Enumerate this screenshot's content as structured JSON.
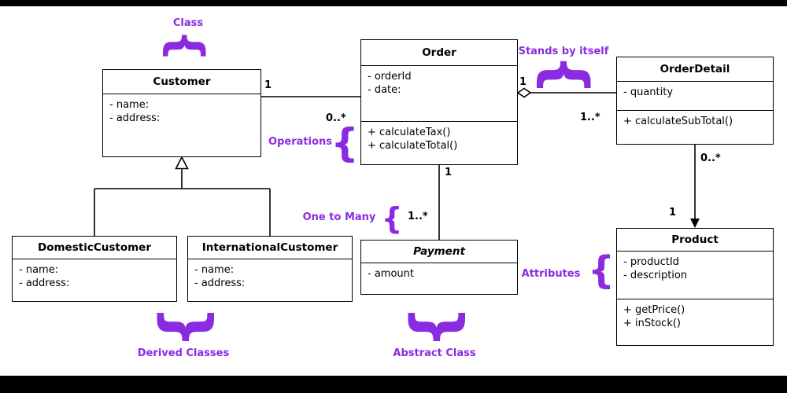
{
  "colors": {
    "background": "#ffffff",
    "letterbox": "#000000",
    "line": "#000000",
    "box_fill": "#ffffff",
    "text": "#000000",
    "annotation": "#8a2be2"
  },
  "glyphs": {
    "brace": "{"
  },
  "classes": {
    "customer": {
      "title": "Customer",
      "attributes": [
        "- name:",
        "- address:"
      ],
      "operations": []
    },
    "order": {
      "title": "Order",
      "attributes": [
        "- orderId",
        "- date:"
      ],
      "operations": [
        "+ calculateTax()",
        "+ calculateTotal()"
      ]
    },
    "order_detail": {
      "title": "OrderDetail",
      "attributes": [
        "- quantity"
      ],
      "operations": [
        "+ calculateSubTotal()"
      ]
    },
    "domestic_customer": {
      "title": "DomesticCustomer",
      "attributes": [
        "- name:",
        "- address:"
      ],
      "operations": []
    },
    "international_customer": {
      "title": "InternationalCustomer",
      "attributes": [
        "- name:",
        "- address:"
      ],
      "operations": []
    },
    "payment": {
      "title": "Payment",
      "abstract": true,
      "attributes": [
        "- amount"
      ],
      "operations": []
    },
    "product": {
      "title": "Product",
      "attributes": [
        "- productId",
        "- description"
      ],
      "operations": [
        "+ getPrice()",
        "+ inStock()"
      ]
    }
  },
  "relationships": {
    "assoc_customer_order": {
      "customer_end": "1",
      "order_end": "0..*"
    },
    "aggr_order_orderdetail": {
      "order_end": "1",
      "orderdetail_end": "1..*"
    },
    "assoc_order_payment": {
      "order_end": "1",
      "payment_end": "1..*"
    },
    "assoc_orderdetail_product": {
      "orderdetail_end": "0..*",
      "product_end": "1"
    }
  },
  "annotations": {
    "class_label": "Class",
    "stands_by_itself": "Stands by itself",
    "operations": "Operations",
    "one_to_many": "One to Many",
    "attributes": "Attributes",
    "derived_classes": "Derived Classes",
    "abstract_class": "Abstract Class"
  }
}
